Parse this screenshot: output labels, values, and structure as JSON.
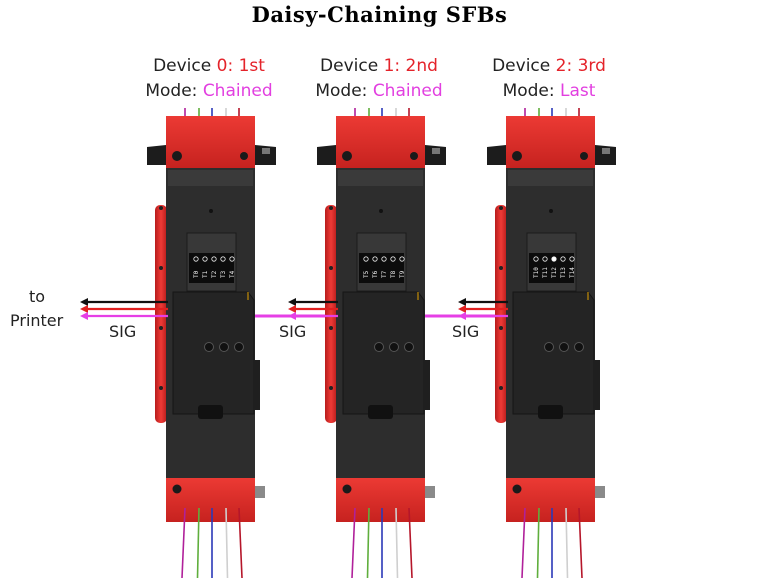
{
  "title": "Daisy-Chaining  SFBs",
  "devices": [
    {
      "device_word": "Device",
      "index": "0",
      "ordinal": ": 1st",
      "mode_word": "Mode:",
      "mode": "Chained",
      "ports": [
        "T0",
        "T1",
        "T2",
        "T3",
        "T4"
      ]
    },
    {
      "device_word": "Device",
      "index": "1",
      "ordinal": ": 2nd",
      "mode_word": "Mode:",
      "mode": "Chained",
      "ports": [
        "T5",
        "T6",
        "T7",
        "T8",
        "T9"
      ]
    },
    {
      "device_word": "Device",
      "index": "2",
      "ordinal": ": 3rd",
      "mode_word": "Mode:",
      "mode": "Last",
      "ports": [
        "T10",
        "T11",
        "T12",
        "T13",
        "T14"
      ]
    }
  ],
  "left_label": {
    "line1": "to",
    "line2": "Printer"
  },
  "sig_label": "SIG",
  "colors": {
    "body_red": "#e42e2a",
    "body_dark": "#2d2d2d",
    "signal_magenta": "#e63fe6",
    "arrow_black": "#111111",
    "arrow_red": "#e02020",
    "label_red": "#e4232a",
    "label_magenta": "#e23fe0",
    "wires": [
      "#b0209a",
      "#5fae3c",
      "#2b39b8",
      "#cfcfcf",
      "#b5162a"
    ]
  },
  "icons": [
    "led-dot-icon",
    "bolt-icon",
    "arrow-icon"
  ]
}
